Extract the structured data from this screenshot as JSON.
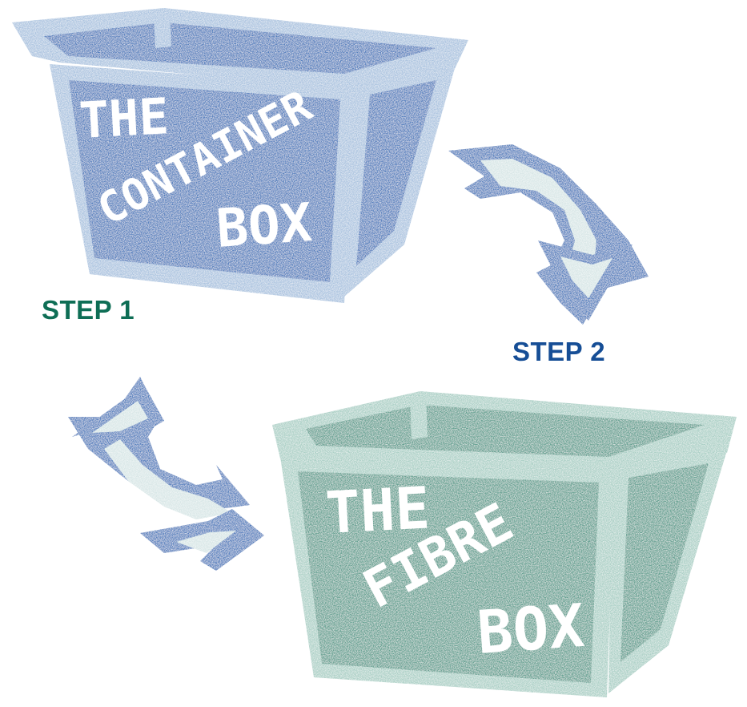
{
  "labels": {
    "step1": "STEP 1",
    "step2": "STEP 2"
  },
  "boxes": {
    "container": {
      "line1": "THE",
      "line2": "CONTAINER",
      "line3": "BOX"
    },
    "fibre": {
      "line1": "THE",
      "line2": "FIBRE",
      "line3": "BOX"
    }
  },
  "colors": {
    "container_box": "#4f7dbd",
    "container_box_rim": "#a9c2df",
    "fibre_box": "#5f9f8f",
    "fibre_box_rim": "#a9cfc5",
    "arrow": "#4f7dbd",
    "arrow_inner": "#d7e6e6",
    "step1_text": "#0e6e55",
    "step2_text": "#164e96"
  },
  "icons": [
    "recycle-arrow-icon",
    "recycle-arrow-icon"
  ]
}
